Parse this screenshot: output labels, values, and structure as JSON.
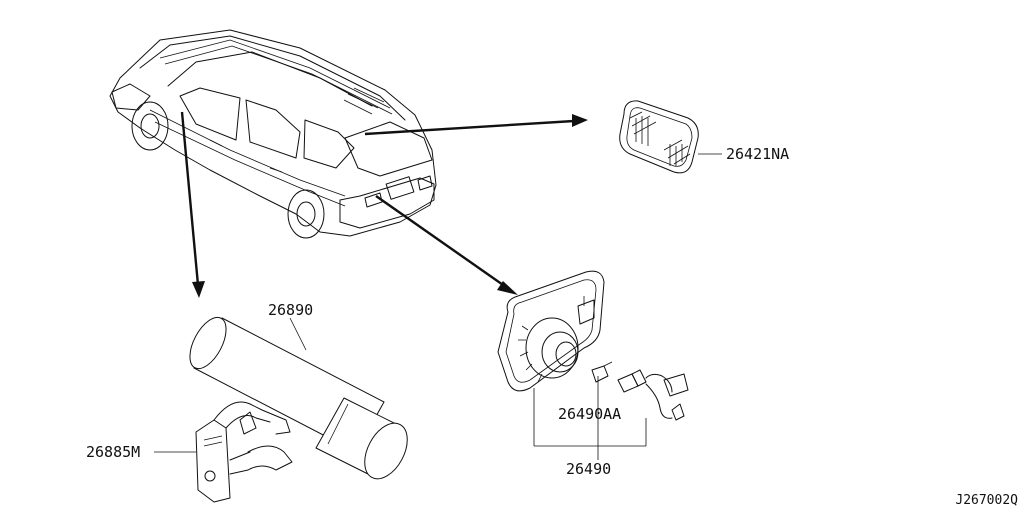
{
  "parts": {
    "rear_lamp_lens": "26421NA",
    "lamp_assy": "26490",
    "bulb": "26490AA",
    "flashlight": "26890",
    "bracket": "26885M"
  },
  "reference_code": "J267002Q"
}
